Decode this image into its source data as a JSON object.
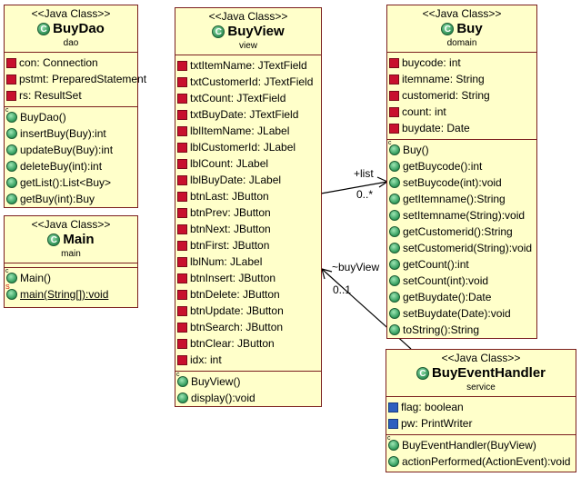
{
  "classes": {
    "buydao": {
      "stereotype": "<<Java Class>>",
      "name": "BuyDao",
      "package": "dao",
      "fields": [
        "con: Connection",
        "pstmt: PreparedStatement",
        "rs: ResultSet"
      ],
      "methods": [
        "BuyDao()",
        "insertBuy(Buy):int",
        "updateBuy(Buy):int",
        "deleteBuy(int):int",
        "getList():List<Buy>",
        "getBuy(int):Buy"
      ]
    },
    "main": {
      "stereotype": "<<Java Class>>",
      "name": "Main",
      "package": "main",
      "methods": [
        "Main()",
        "main(String[]):void"
      ]
    },
    "buyview": {
      "stereotype": "<<Java Class>>",
      "name": "BuyView",
      "package": "view",
      "fields": [
        "txtItemName: JTextField",
        "txtCustomerId: JTextField",
        "txtCount: JTextField",
        "txtBuyDate: JTextField",
        "lblItemName: JLabel",
        "lblCustomerId: JLabel",
        "lblCount: JLabel",
        "lblBuyDate: JLabel",
        "btnLast: JButton",
        "btnPrev: JButton",
        "btnNext: JButton",
        "btnFirst: JButton",
        "lblNum: JLabel",
        "btnInsert: JButton",
        "btnDelete: JButton",
        "btnUpdate: JButton",
        "btnSearch: JButton",
        "btnClear: JButton",
        "idx: int"
      ],
      "methods": [
        "BuyView()",
        "display():void"
      ]
    },
    "buy": {
      "stereotype": "<<Java Class>>",
      "name": "Buy",
      "package": "domain",
      "fields": [
        "buycode: int",
        "itemname: String",
        "customerid: String",
        "count: int",
        "buydate: Date"
      ],
      "methods": [
        "Buy()",
        "getBuycode():int",
        "setBuycode(int):void",
        "getItemname():String",
        "setItemname(String):void",
        "getCustomerid():String",
        "setCustomerid(String):void",
        "getCount():int",
        "setCount(int):void",
        "getBuydate():Date",
        "setBuydate(Date):void",
        "toString():String"
      ]
    },
    "handler": {
      "stereotype": "<<Java Class>>",
      "name": "BuyEventHandler",
      "package": "service",
      "fields": [
        "flag: boolean",
        "pw: PrintWriter"
      ],
      "methods": [
        "BuyEventHandler(BuyView)",
        "actionPerformed(ActionEvent):void"
      ]
    }
  },
  "associations": {
    "list_role": "+list",
    "list_mult": "0..*",
    "view_role": "~buyView",
    "view_mult": "0..1"
  }
}
